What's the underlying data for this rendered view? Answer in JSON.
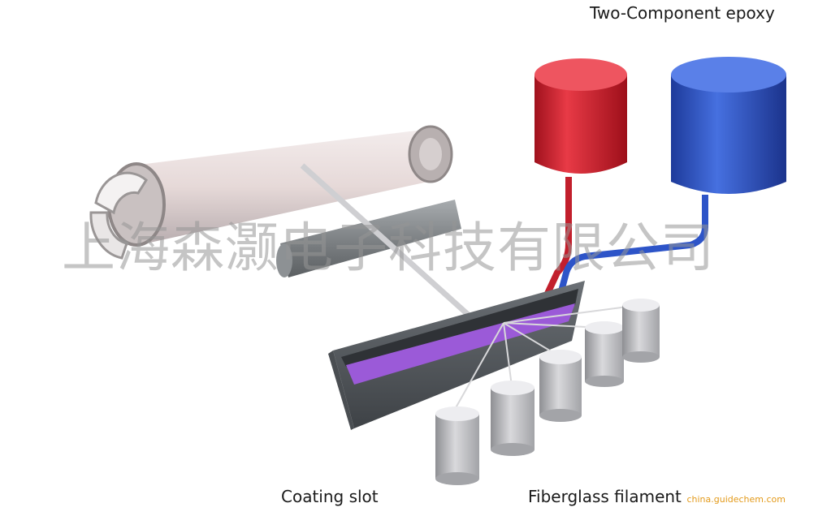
{
  "labels": {
    "epoxy": "Two-Component epoxy",
    "coating_slot": "Coating slot",
    "fiberglass_filament": "Fiberglass filament"
  },
  "watermark": "上海森灏电子科技有限公司",
  "credit": "china.guidechem.com",
  "colors": {
    "red_tank": "#d42a36",
    "blue_tank": "#2f56c4",
    "resin": "#9b5ad8",
    "trough": "#555a60",
    "mandrel": "#e9dfde",
    "spools": "#c9c9cc"
  }
}
